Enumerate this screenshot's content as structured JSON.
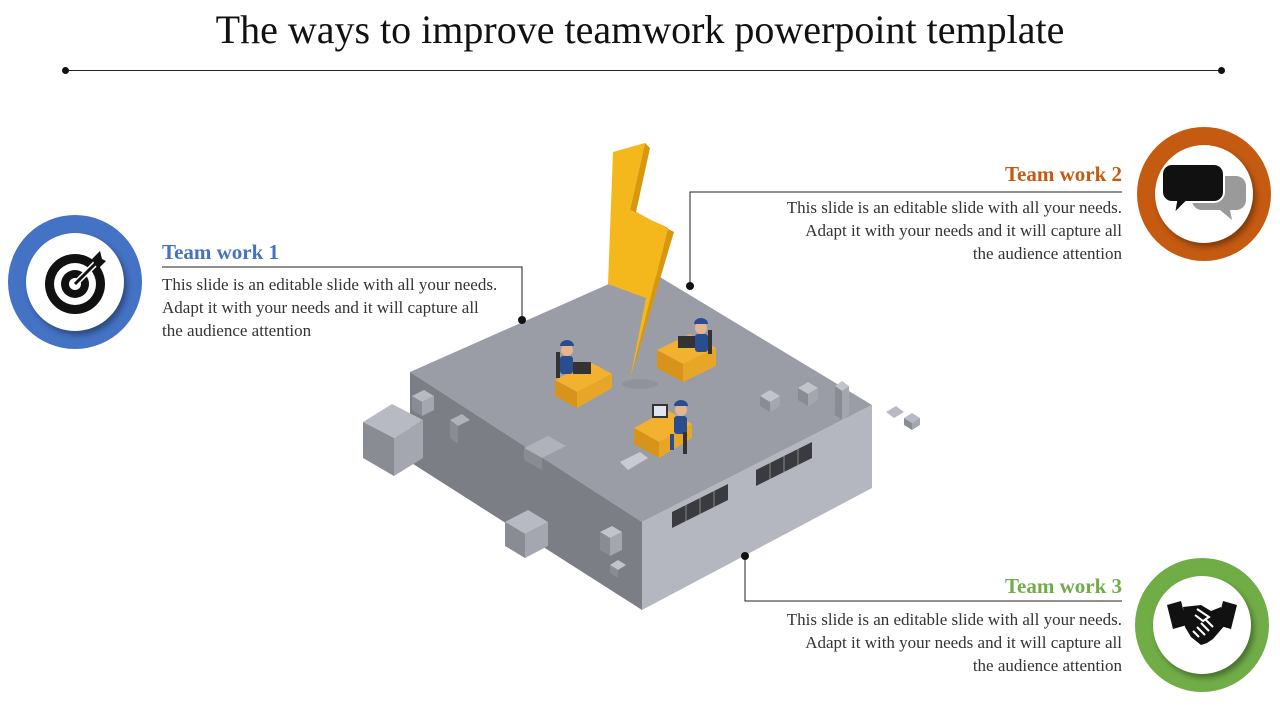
{
  "slide": {
    "title": "The ways to improve teamwork powerpoint template"
  },
  "items": [
    {
      "heading": "Team work 1",
      "text": "This slide is an editable slide with all your needs. Adapt it with your needs and it will capture all the audience attention",
      "color": "#4472C4",
      "icon": "target-icon"
    },
    {
      "heading": "Team work 2",
      "text": "This slide is an editable slide with all your needs. Adapt it with your needs and it will capture all the audience attention",
      "color": "#C55A11",
      "icon": "speech-bubbles-icon"
    },
    {
      "heading": "Team work 3",
      "text": "This slide is an editable slide with all your needs. Adapt it with your needs and it will capture all the audience attention",
      "color": "#70AD47",
      "icon": "handshake-icon"
    }
  ],
  "colors": {
    "building_top": "#9B9DA6",
    "building_left": "#7C7E86",
    "building_right": "#B4B6C0",
    "lightning": "#F5B81C",
    "desk": "#F2B230"
  }
}
